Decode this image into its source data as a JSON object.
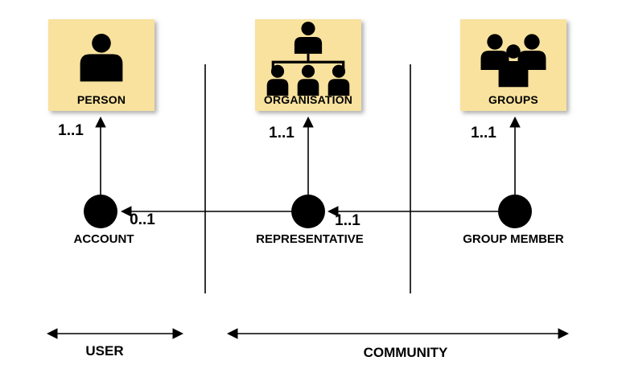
{
  "diagram": {
    "colors": {
      "box_fill": "#F8E29E",
      "ink": "#000000",
      "background": "#FFFFFF"
    },
    "entities": [
      {
        "label": "PERSON",
        "icon": "person-icon",
        "cardinality": "1..1"
      },
      {
        "label": "ORGANISATION",
        "icon": "organisation-hierarchy-icon",
        "cardinality": "1..1"
      },
      {
        "label": "GROUPS",
        "icon": "people-group-icon",
        "cardinality": "1..1"
      }
    ],
    "nodes": [
      {
        "label": "ACCOUNT"
      },
      {
        "label": "REPRESENTATIVE"
      },
      {
        "label": "GROUP MEMBER"
      }
    ],
    "links": [
      {
        "from": "REPRESENTATIVE",
        "to": "ACCOUNT",
        "cardinality": "0..1"
      },
      {
        "from": "GROUP MEMBER",
        "to": "REPRESENTATIVE",
        "cardinality": "1..1"
      }
    ],
    "zones": [
      {
        "label": "USER"
      },
      {
        "label": "COMMUNITY"
      }
    ]
  }
}
